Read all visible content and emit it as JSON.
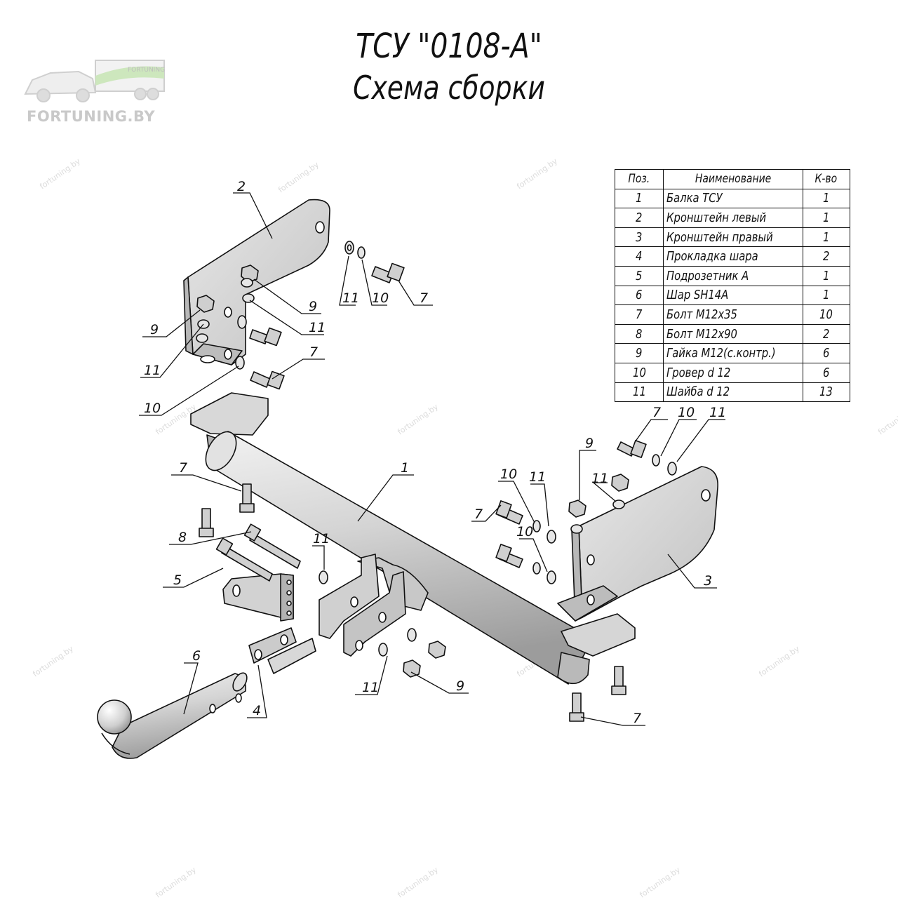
{
  "title": "ТСУ \"0108-А\"",
  "subtitle": "Схема сборки",
  "logo": {
    "text": "FORTUNING.BY",
    "truck_text": "FORTUNING"
  },
  "watermark": "fortuning.by",
  "table": {
    "headers": [
      "Поз.",
      "Наименование",
      "К-во"
    ],
    "rows": [
      [
        "1",
        "Балка ТСУ",
        "1"
      ],
      [
        "2",
        "Кронштейн левый",
        "1"
      ],
      [
        "3",
        "Кронштейн правый",
        "1"
      ],
      [
        "4",
        "Прокладка шара",
        "2"
      ],
      [
        "5",
        "Подрозетник А",
        "1"
      ],
      [
        "6",
        "Шар SH14A",
        "1"
      ],
      [
        "7",
        "Болт М12х35",
        "10"
      ],
      [
        "8",
        "Болт М12х90",
        "2"
      ],
      [
        "9",
        "Гайка М12(с.контр.)",
        "6"
      ],
      [
        "10",
        "Гровер d 12",
        "6"
      ],
      [
        "11",
        "Шайба d 12",
        "13"
      ]
    ]
  },
  "callouts": [
    "1",
    "2",
    "3",
    "4",
    "5",
    "6",
    "7",
    "8",
    "9",
    "10",
    "11"
  ],
  "colors": {
    "metal": "#d6d6d6",
    "metal_dark": "#9a9a9a",
    "line": "#111111",
    "watermark": "#c9c9c9"
  }
}
